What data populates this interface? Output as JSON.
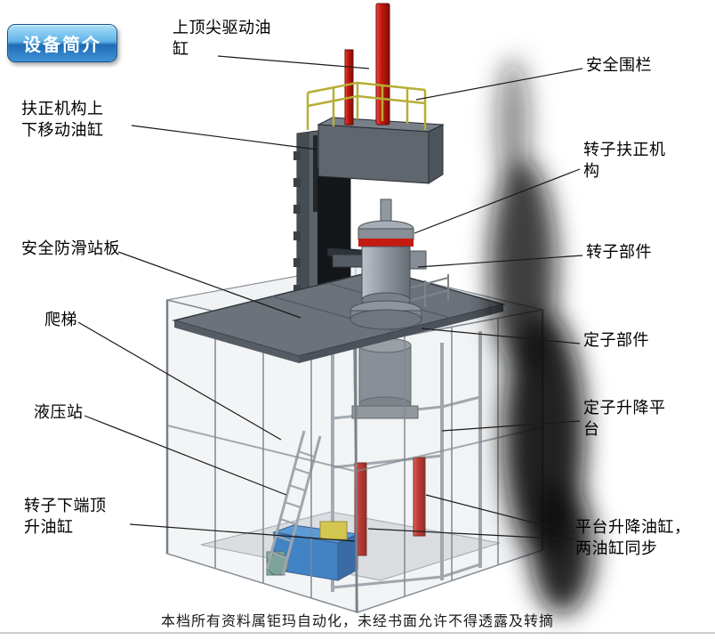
{
  "page": {
    "badge": "设备简介",
    "footer": "本档所有资料属钜玛自动化，未经书面允许不得透露及转摘"
  },
  "labels": {
    "top_drive_cylinder": "上顶尖驱动油缸",
    "safety_fence": "安全围栏",
    "centering_move_cylinder": "扶正机构上下移动油缸",
    "rotor_centering_mech": "转子扶正机构",
    "anti_slip_platform": "安全防滑站板",
    "rotor_component": "转子部件",
    "ladder": "爬梯",
    "stator_component": "定子部件",
    "hydraulic_station": "液压站",
    "stator_lift_platform": "定子升降平台",
    "rotor_bottom_lift_cylinder": "转子下端顶升油缸",
    "platform_lift_cylinders": "平台升降油缸，两油缸同步"
  },
  "colors": {
    "badge_blue": "#2a7fc9",
    "cylinder_red": "#c51a10",
    "railing_yellow": "#b5ae35",
    "hydraulic_blue": "#1d6fc2",
    "steel_gray": "#6b727a",
    "smoke_black": "#0a0a0a"
  }
}
